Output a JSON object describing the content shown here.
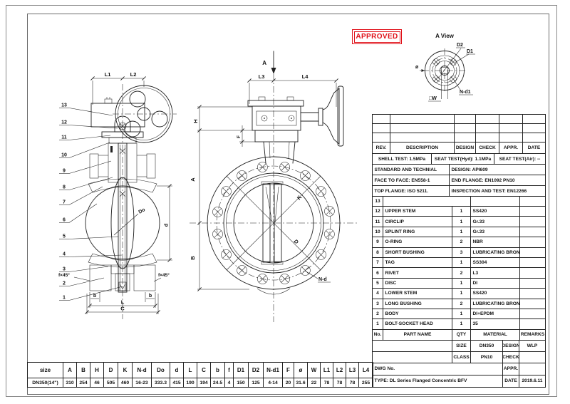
{
  "stamp": {
    "label": "APPROVED",
    "color": "#e01018"
  },
  "side_view": {
    "part_numbers": [
      "13",
      "12",
      "11",
      "10",
      "9",
      "8",
      "7",
      "6",
      "5",
      "4",
      "3",
      "2",
      "1"
    ],
    "dims": {
      "l1": "L1",
      "l2": "L2",
      "do": "Do",
      "d": "d",
      "f_left": "f×45°",
      "f_right": "f×45°",
      "b_left": "b",
      "b_right": "b",
      "l": "L",
      "c": "C"
    }
  },
  "front_view": {
    "dims": {
      "view_label": "A",
      "l3": "L3",
      "l4": "L4",
      "h": "H",
      "f": "F",
      "a": "A",
      "b": "B",
      "k": "K",
      "d": "D",
      "n_d": "N-d"
    }
  },
  "a_view": {
    "title": "A View",
    "dims": {
      "d2": "D2",
      "d1": "D1",
      "n_d1": "N-d1",
      "w": "□W",
      "phi": "ø"
    }
  },
  "title_block": {
    "rev_header": {
      "rev": "REV.",
      "description": "DESCRIPTION",
      "design": "DESIGN",
      "check": "CHECK",
      "appr": "APPR.",
      "date": "DATE"
    },
    "tests": {
      "shell": "SHELL TEST: 1.5MPa",
      "seat_hyd": "SEAT TEST(Hyd): 1.1MPa",
      "seat_air": "SEAT TEST(Air): --"
    },
    "specs": [
      {
        "left": "STANDARD AND TECHNIAL",
        "right": "DESIGN: API609"
      },
      {
        "left": "FACE TO FACE: EN558-1",
        "right": "END FLANGE: EN1092 PN10"
      },
      {
        "left": "TOP FLANGE: ISO 5211.",
        "right": "INSPECTION AND TEST: EN12266"
      }
    ],
    "row13_no": "13",
    "parts_header": {
      "no": "No.",
      "name": "PART NAME",
      "qty": "QTY",
      "material": "MATERIAL",
      "remarks": "REMARKS"
    },
    "parts": [
      {
        "no": "12",
        "name": "UPPER STEM",
        "qty": "1",
        "material": "SS420",
        "remarks": ""
      },
      {
        "no": "11",
        "name": "CIRCLIP",
        "qty": "1",
        "material": "Gr.33",
        "remarks": ""
      },
      {
        "no": "10",
        "name": "SPLINT RING",
        "qty": "1",
        "material": "Gr.33",
        "remarks": ""
      },
      {
        "no": "9",
        "name": "O-RING",
        "qty": "2",
        "material": "NBR",
        "remarks": ""
      },
      {
        "no": "8",
        "name": "SHORT BUSHING",
        "qty": "3",
        "material": "LUBRICATING BRONZE",
        "remarks": ""
      },
      {
        "no": "7",
        "name": "TAG",
        "qty": "1",
        "material": "SS304",
        "remarks": ""
      },
      {
        "no": "6",
        "name": "RIVET",
        "qty": "2",
        "material": "L3",
        "remarks": ""
      },
      {
        "no": "5",
        "name": "DISC",
        "qty": "1",
        "material": "DI",
        "remarks": ""
      },
      {
        "no": "4",
        "name": "LOWER STEM",
        "qty": "1",
        "material": "SS420",
        "remarks": ""
      },
      {
        "no": "3",
        "name": "LONG BUSHING",
        "qty": "2",
        "material": "LUBRICATING BRONZE",
        "remarks": ""
      },
      {
        "no": "2",
        "name": "BODY",
        "qty": "1",
        "material": "DI+EPDM",
        "remarks": ""
      },
      {
        "no": "1",
        "name": "BOLT-SOCKET HEAD",
        "qty": "1",
        "material": "35",
        "remarks": ""
      }
    ],
    "size_row": {
      "label": "SIZE",
      "value": "DN350",
      "right_label": "DESIGN",
      "right_value": "WLP"
    },
    "class_row": {
      "label": "CLASS",
      "value": "PN10",
      "right_label": "CHECK",
      "right_value": ""
    },
    "dwg_row": {
      "label": "DWG No.",
      "right_label": "APPR.",
      "right_value": ""
    },
    "type_row": {
      "label": "TYPE:  DL Series Flanged Concentric BFV",
      "right_label": "DATE",
      "right_value": "2019.6.11"
    }
  },
  "dim_table": {
    "headers": [
      "size",
      "A",
      "B",
      "H",
      "D",
      "K",
      "N-d",
      "Do",
      "d",
      "L",
      "C",
      "b",
      "f",
      "D1",
      "D2",
      "N-d1",
      "F",
      "ø",
      "W",
      "L1",
      "L2",
      "L3",
      "L4"
    ],
    "values": [
      "DN350(14\")",
      "310",
      "254",
      "46",
      "505",
      "460",
      "16-23",
      "333.3",
      "415",
      "190",
      "194",
      "24.5",
      "4",
      "150",
      "125",
      "4-14",
      "20",
      "31.6",
      "22",
      "78",
      "78",
      "78",
      "255"
    ]
  }
}
